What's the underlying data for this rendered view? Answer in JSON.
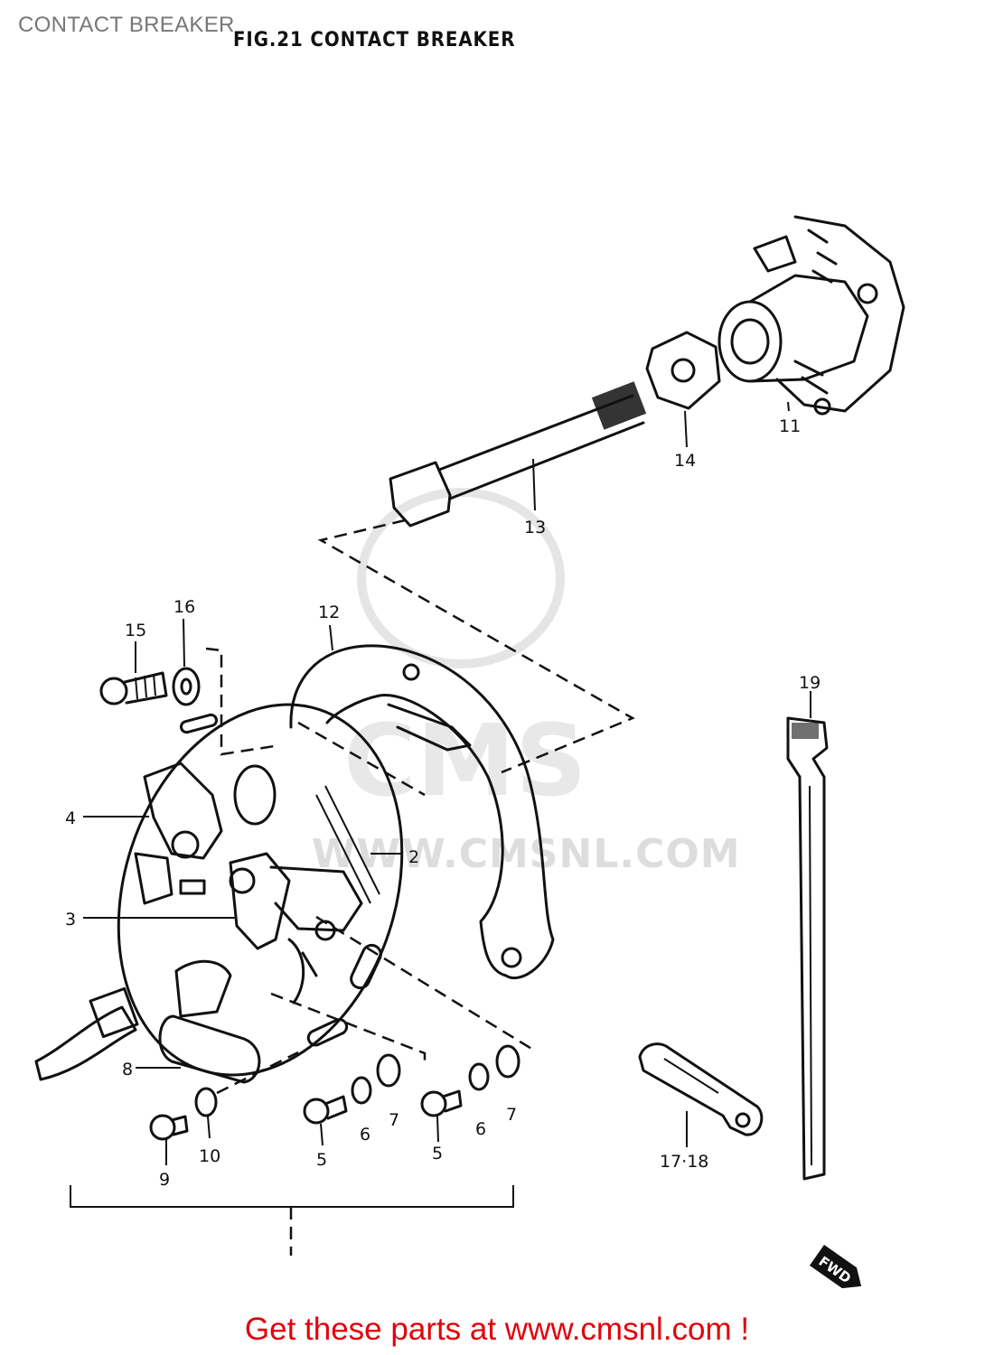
{
  "header": {
    "page_label": "CONTACT BREAKER",
    "figure_title": "FIG.21  CONTACT BREAKER"
  },
  "watermark": {
    "text": "WWW.CMSNL.COM",
    "logo_text": "CMS"
  },
  "callouts": {
    "p2": "2",
    "p3": "3",
    "p4": "4",
    "p5a": "5",
    "p5b": "5",
    "p6a": "6",
    "p6b": "6",
    "p7a": "7",
    "p7b": "7",
    "p8": "8",
    "p9": "9",
    "p10": "10",
    "p11": "11",
    "p12": "12",
    "p13": "13",
    "p14": "14",
    "p15": "15",
    "p16": "16",
    "p17_18": "17·18",
    "p19": "19"
  },
  "direction_marker": "FWD",
  "footer": {
    "link_text": "Get these parts at www.cmsnl.com !"
  },
  "colors": {
    "ink": "#111111",
    "footer_link": "#e1000b",
    "header_label": "#777777",
    "watermark": "#dddddd"
  }
}
